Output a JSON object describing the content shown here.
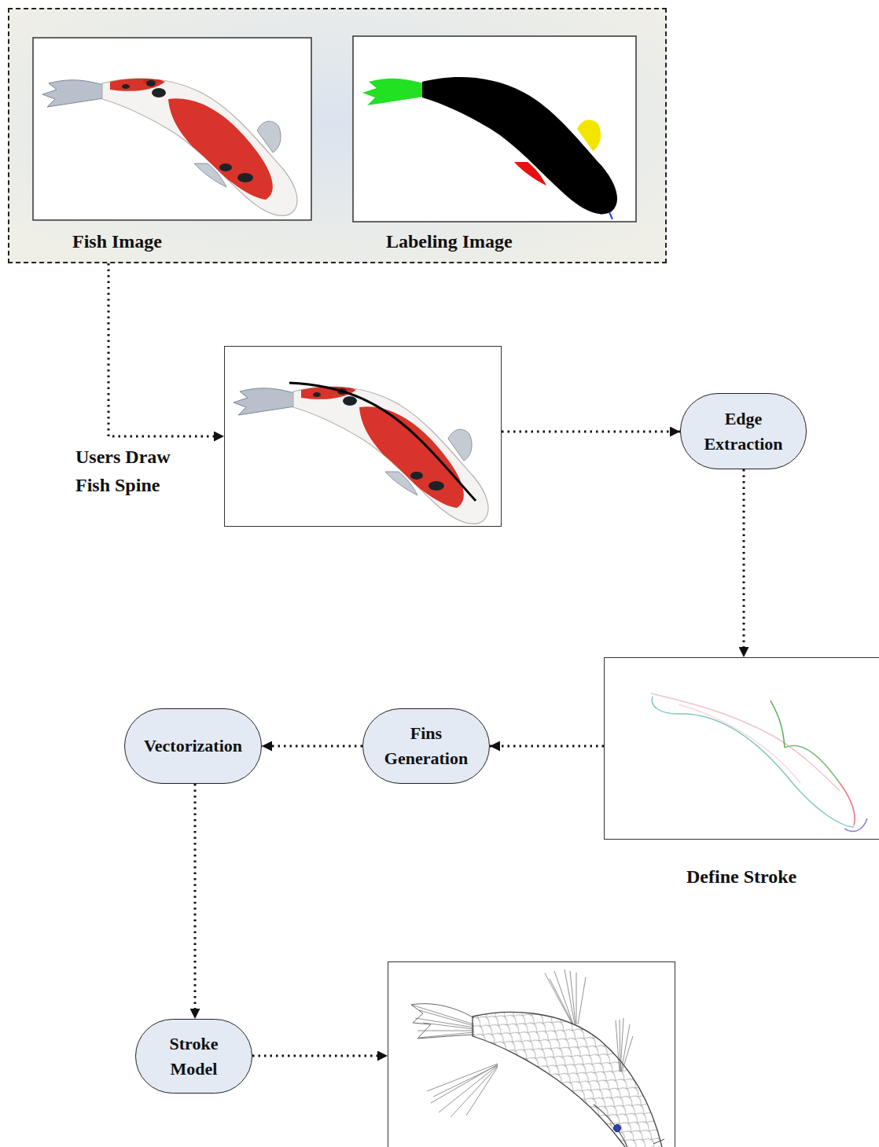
{
  "diagram": {
    "nodes": [
      {
        "text": [
          "Fish Image",
          "Labeling Image"
        ]
      },
      {
        "text": [
          "Users Draw Fish Spine"
        ]
      },
      {
        "text": [
          "Edge Extraction"
        ]
      },
      {
        "text": [
          "Define Stroke"
        ]
      },
      {
        "text": [
          "Fins Generation"
        ]
      },
      {
        "text": [
          "Vectorization"
        ]
      },
      {
        "text": [
          "Stroke Model"
        ]
      },
      {
        "text": []
      }
    ],
    "edges": [
      {
        "from": 0,
        "to": 1,
        "arrow": "to"
      },
      {
        "from": 1,
        "to": 2,
        "arrow": "to"
      },
      {
        "from": 2,
        "to": 3,
        "arrow": "to"
      },
      {
        "from": 3,
        "to": 4,
        "arrow": "to"
      },
      {
        "from": 4,
        "to": 5,
        "arrow": "to"
      },
      {
        "from": 5,
        "to": 6,
        "arrow": "to"
      },
      {
        "from": 6,
        "to": 7,
        "arrow": "to"
      }
    ]
  }
}
